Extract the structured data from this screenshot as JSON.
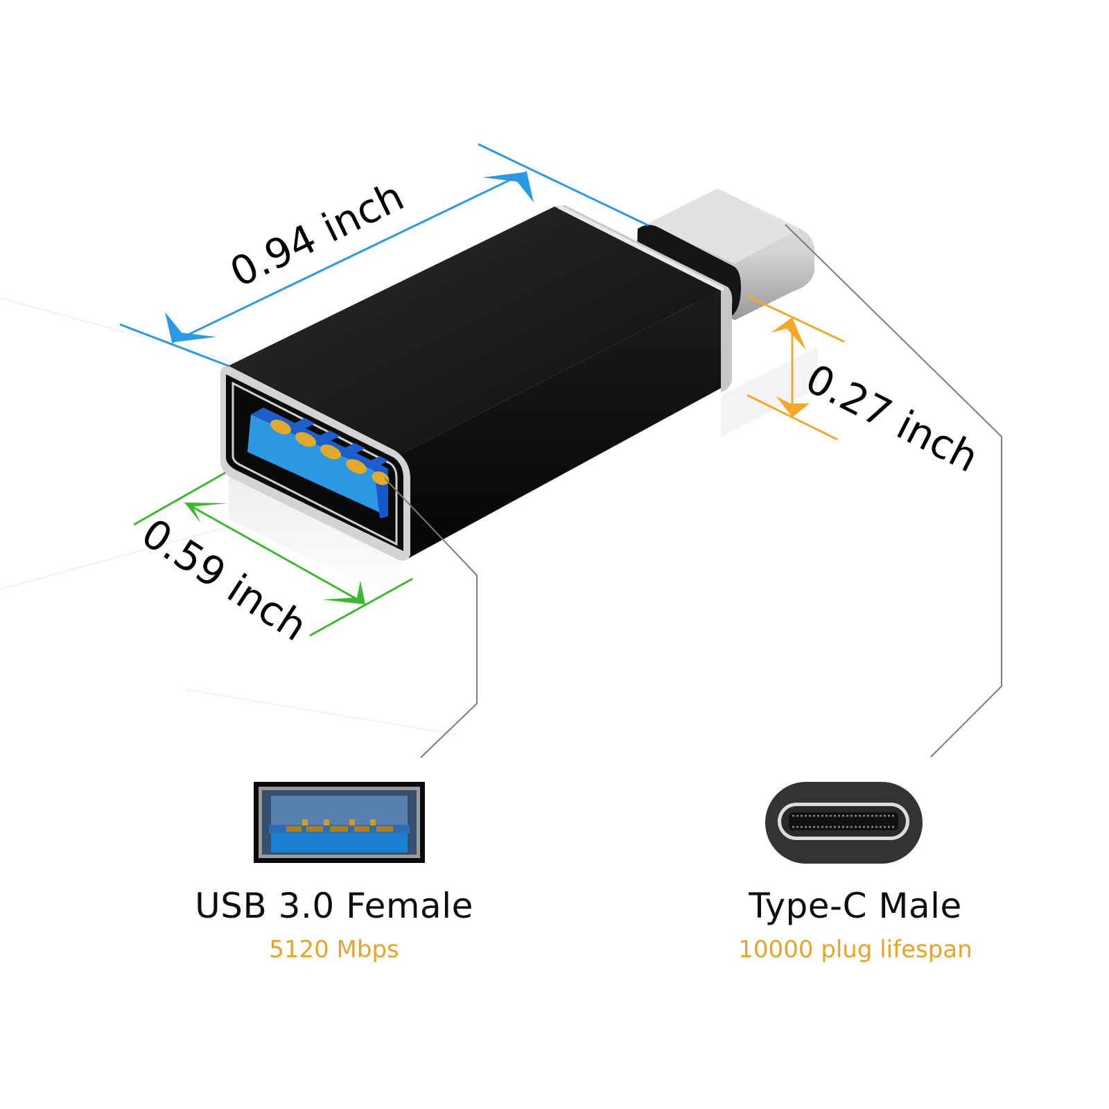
{
  "dimensions": {
    "length": {
      "value": "0.94 inch",
      "color": "#2b9ae6"
    },
    "height": {
      "value": "0.27 inch",
      "color": "#f4a82a"
    },
    "width": {
      "value": "0.59 inch",
      "color": "#3cb82e"
    }
  },
  "ports": [
    {
      "icon": "usb-a-port-icon",
      "title": "USB 3.0 Female",
      "spec": "5120 Mbps"
    },
    {
      "icon": "usb-c-port-icon",
      "title": "Type-C Male",
      "spec": "10000 plug lifespan"
    }
  ],
  "colors": {
    "body": "#151515",
    "usb_tongue": "#2a95e3",
    "pins": "#e2aa2a",
    "spec_text": "#e8a42a",
    "leader_line": "#777777"
  }
}
